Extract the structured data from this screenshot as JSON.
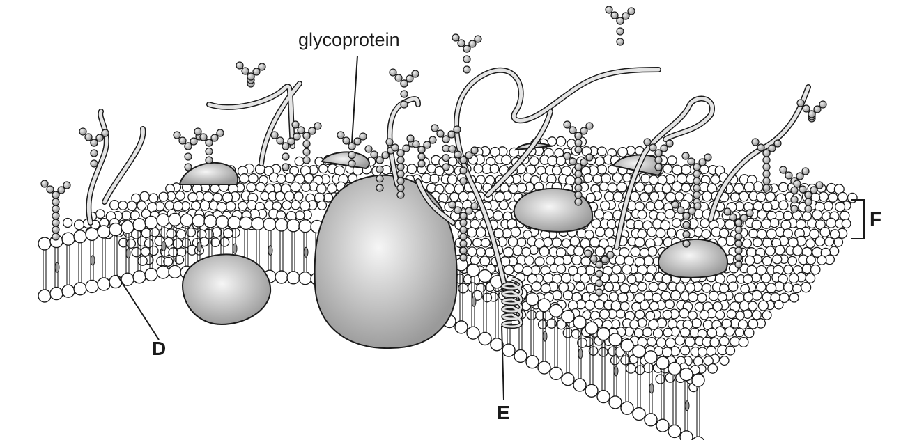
{
  "labels": {
    "glycoprotein": "glycoprotein",
    "D": "D",
    "E": "E",
    "F": "F"
  },
  "colors": {
    "outline": "#1a1a1a",
    "head_fill": "#ffffff",
    "protein_fill": "#b9b9b9",
    "protein_highlight": "#f4f4f4",
    "sugar_fill": "#bdbdbd",
    "chain_fill": "#e2e2e2"
  }
}
